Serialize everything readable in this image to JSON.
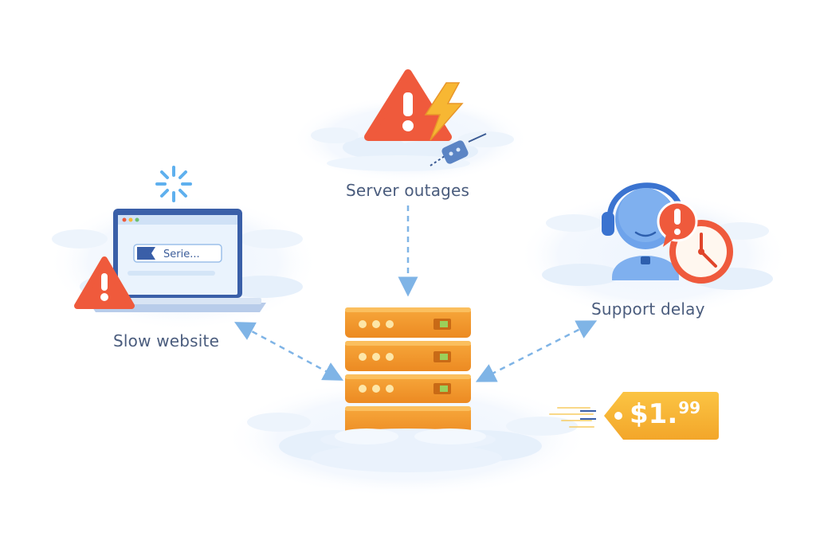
{
  "nodes": {
    "outage": {
      "label": "Server outages"
    },
    "slow": {
      "label": "Slow website"
    },
    "support": {
      "label": "Support delay"
    }
  },
  "laptop": {
    "search_text": "Serie..."
  },
  "price": {
    "main": "$1.",
    "cents": "99"
  },
  "colors": {
    "server_orange": "#f39a2e",
    "warning_red": "#ef5a3c",
    "bolt_yellow": "#f7b733",
    "label_text": "#4a5c7d",
    "arrow_blue": "#7fb4e6",
    "price_tag": "#f8b531"
  },
  "icons": [
    "warning-icon",
    "lightning-icon",
    "plug-icon",
    "loading-spinner-icon",
    "laptop-icon",
    "headset-agent-icon",
    "clock-icon",
    "server-stack-icon",
    "price-tag-icon"
  ]
}
